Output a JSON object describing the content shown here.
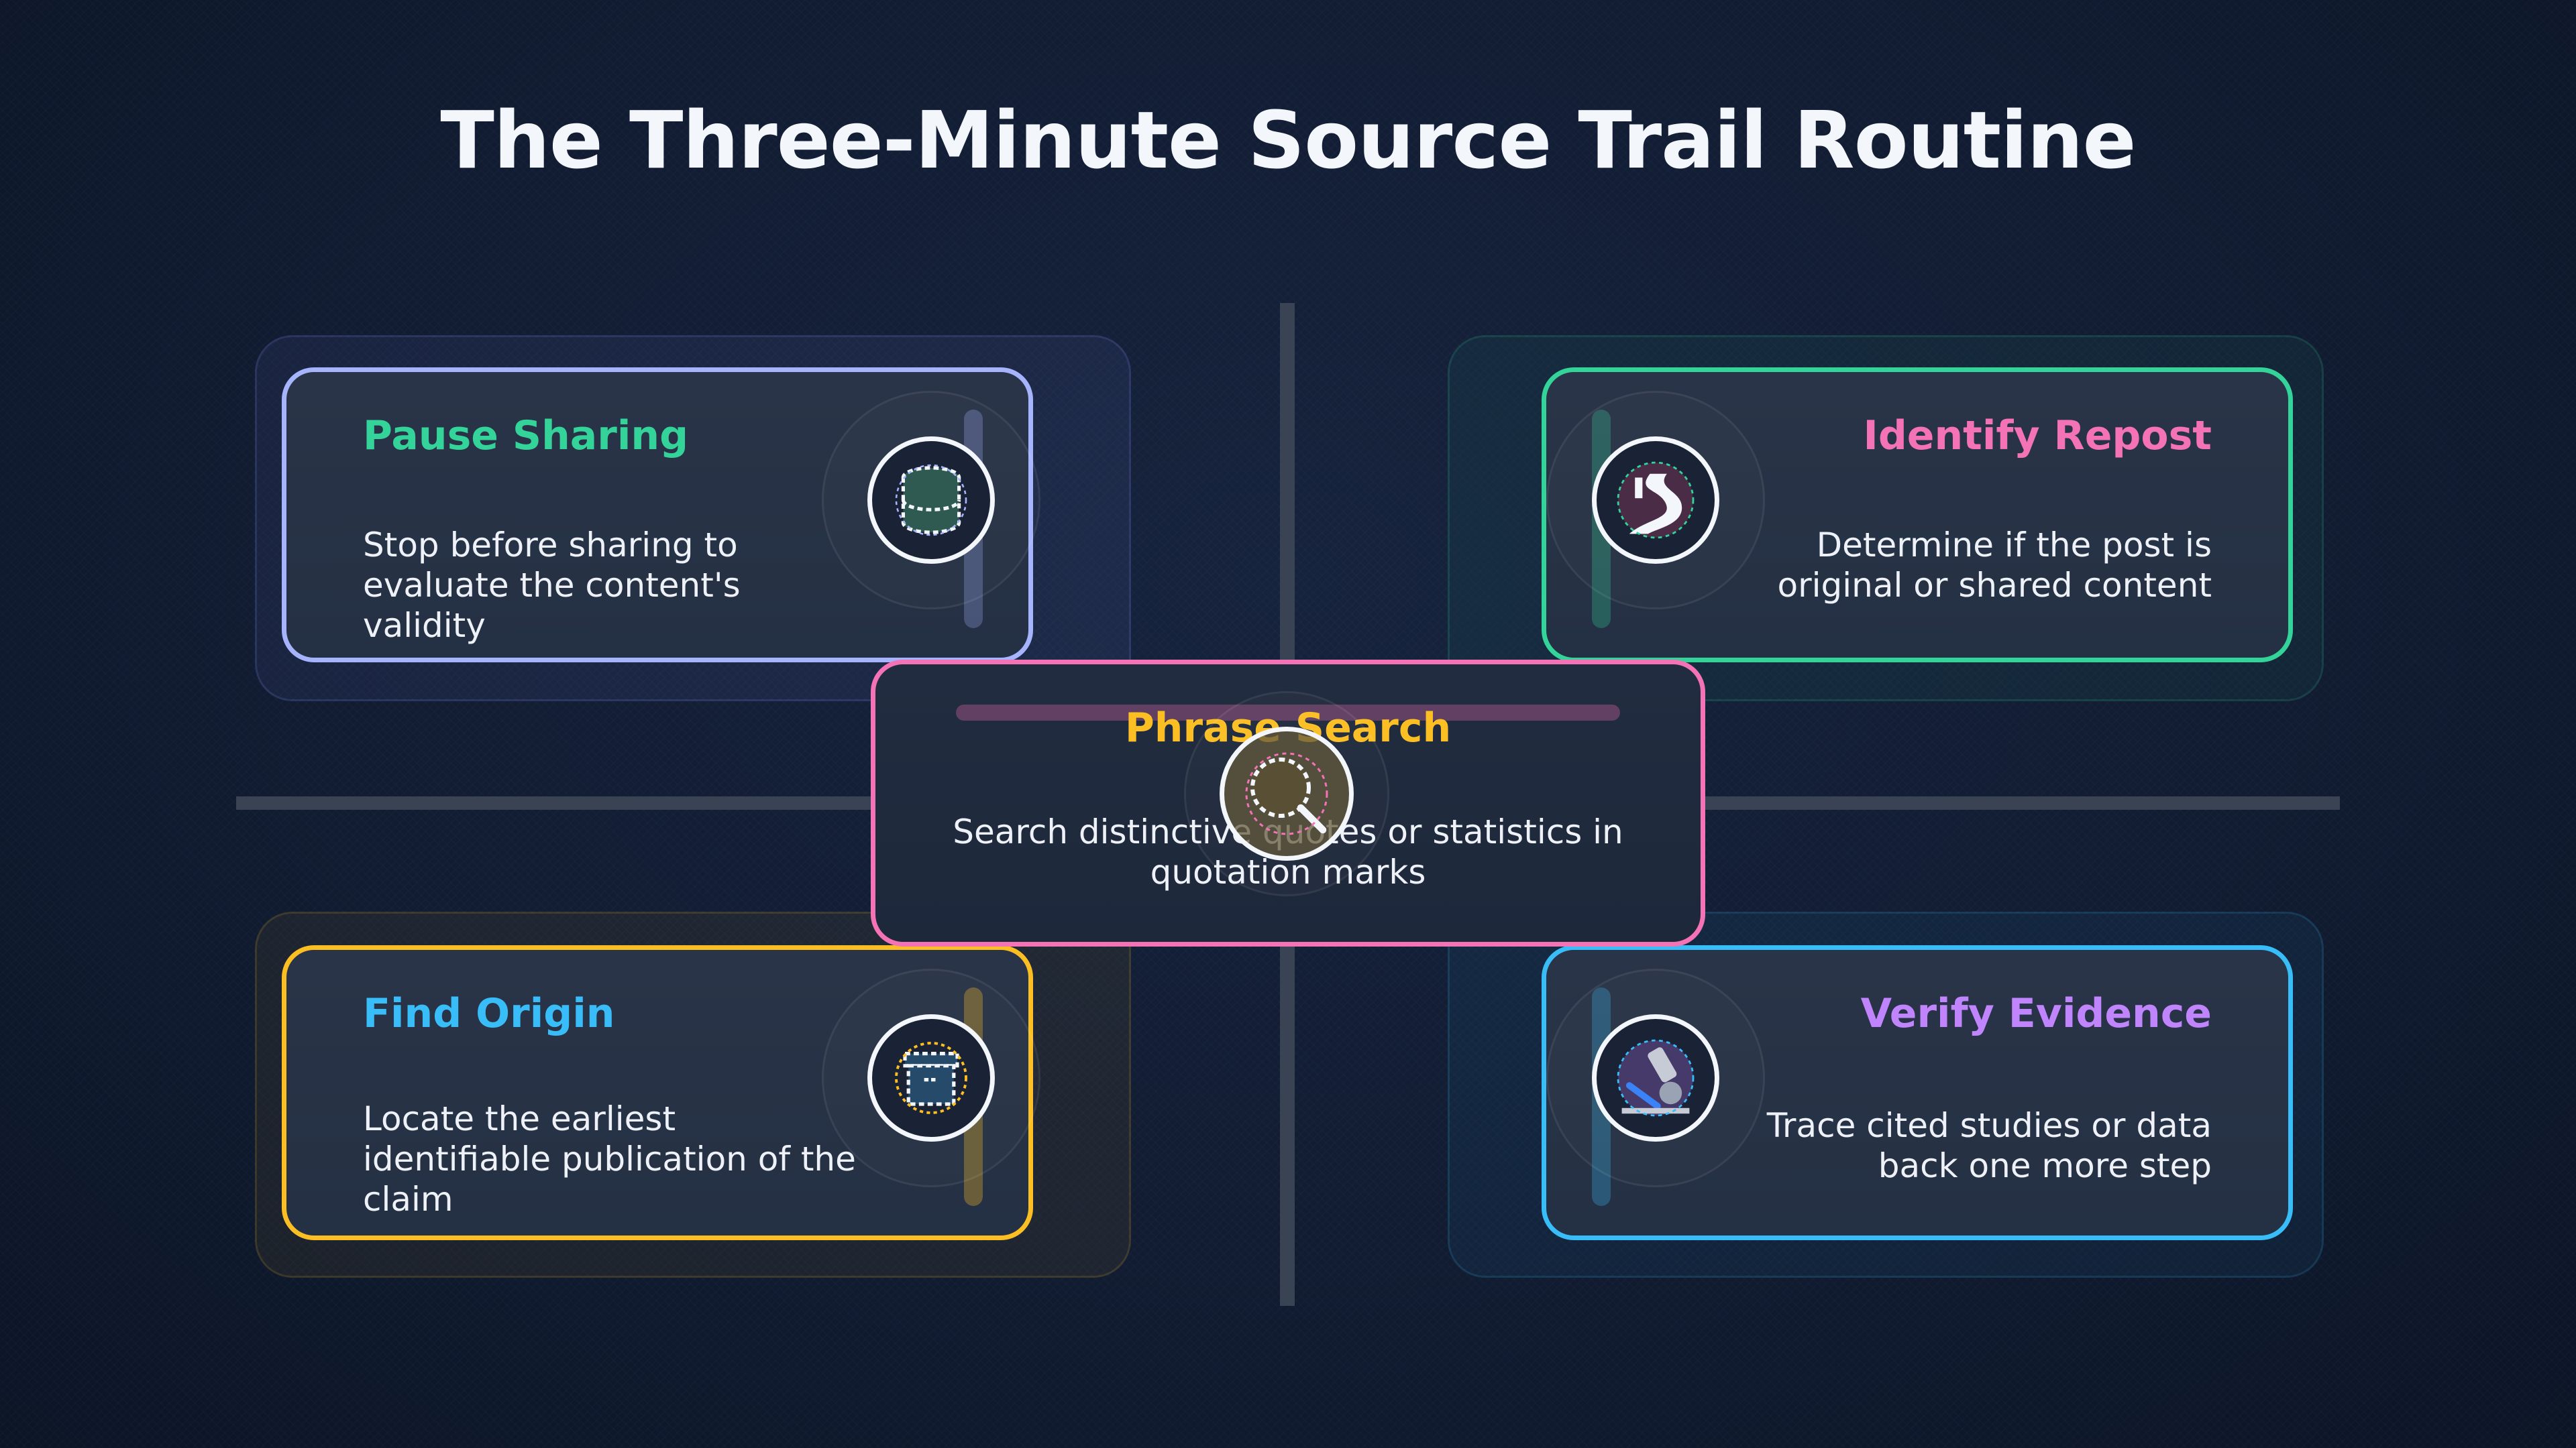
{
  "title": "The Three-Minute Source Trail Routine",
  "steps": [
    {
      "title": "Pause Sharing",
      "desc": "Stop before sharing to evaluate the content's validity",
      "icon": "database-icon",
      "color": "#34d399"
    },
    {
      "title": "Identify Repost",
      "desc": "Determine if the post is original or shared content",
      "icon": "road-icon",
      "color": "#f472b6"
    },
    {
      "title": "Phrase Search",
      "desc": "Search distinctive quotes or statistics in quotation marks",
      "icon": "magnifier-icon",
      "color": "#fbbf24"
    },
    {
      "title": "Find Origin",
      "desc": "Locate the earliest identifiable publication of the claim",
      "icon": "archive-box-icon",
      "color": "#38bdf8"
    },
    {
      "title": "Verify Evidence",
      "desc": "Trace cited studies or data back one more step",
      "icon": "microscope-icon",
      "color": "#c084fc"
    }
  ]
}
